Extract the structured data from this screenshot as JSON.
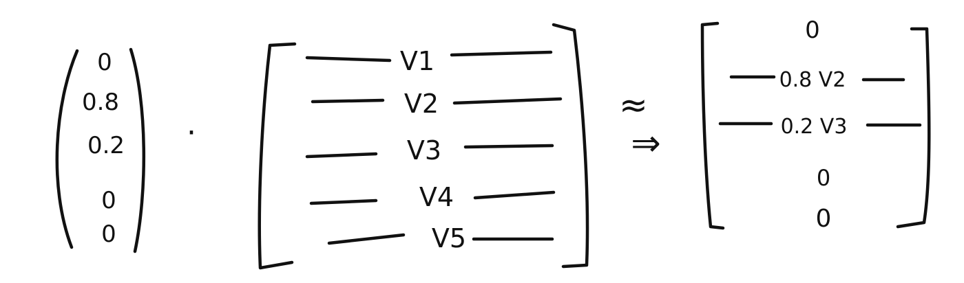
{
  "weights": {
    "values": [
      "0",
      "0.8",
      "0.2",
      "0",
      "0"
    ]
  },
  "operators": {
    "dot": "·",
    "approx": "≈",
    "implies": "⇒"
  },
  "matrix": {
    "rows": [
      "V1",
      "V2",
      "V3",
      "V4",
      "V5"
    ]
  },
  "result": {
    "rows": [
      "0",
      "0.8 V2",
      "0.2 V3",
      "0",
      "0"
    ]
  },
  "colors": {
    "ink": "#111111",
    "background": "#ffffff"
  }
}
